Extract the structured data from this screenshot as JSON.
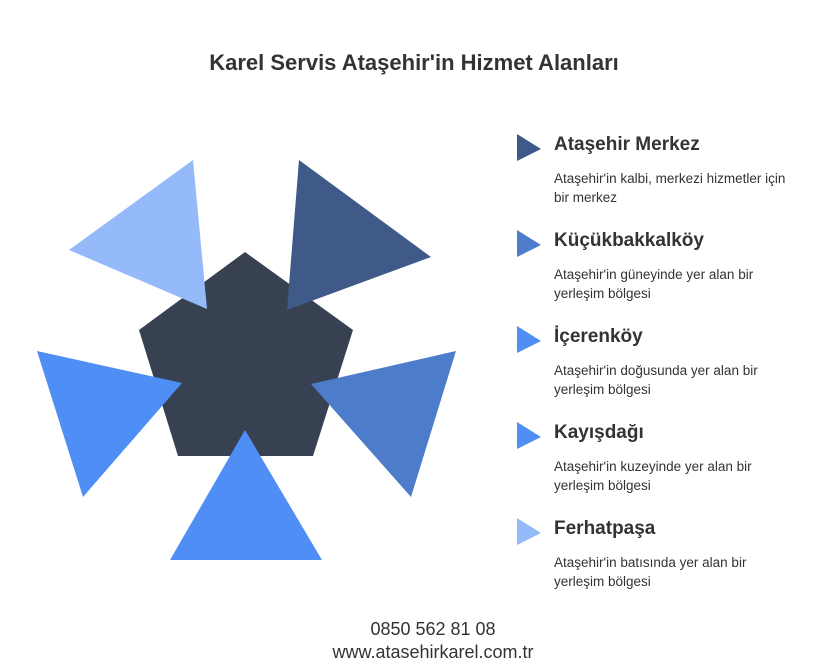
{
  "title": "Karel Servis Ataşehir'in Hizmet Alanları",
  "colors": {
    "center": "#374151",
    "dark_blue": "#3F5A89",
    "medium_blue": "#4D7CCB",
    "bright_blue": "#4E8EF5",
    "light_blue": "#94BAFA"
  },
  "areas": [
    {
      "name": "Ataşehir Merkez",
      "description": "Ataşehir'in kalbi, merkezi hizmetler için bir merkez",
      "color": "#3F5A89"
    },
    {
      "name": "Küçükbakkalköy",
      "description": "Ataşehir'in güneyinde yer alan bir yerleşim bölgesi",
      "color": "#4D7CCB"
    },
    {
      "name": "İçerenköy",
      "description": "Ataşehir'in doğusunda yer alan bir yerleşim bölgesi",
      "color": "#4E8EF5"
    },
    {
      "name": "Kayışdağı",
      "description": "Ataşehir'in kuzeyinde yer alan bir yerleşim bölgesi",
      "color": "#4E8EF5"
    },
    {
      "name": "Ferhatpaşa",
      "description": "Ataşehir'in batısında yer alan bir yerleşim bölgesi",
      "color": "#94BAFA"
    }
  ],
  "footer": {
    "phone": "0850 562 81 08",
    "website": "www.atasehirkarel.com.tr"
  }
}
